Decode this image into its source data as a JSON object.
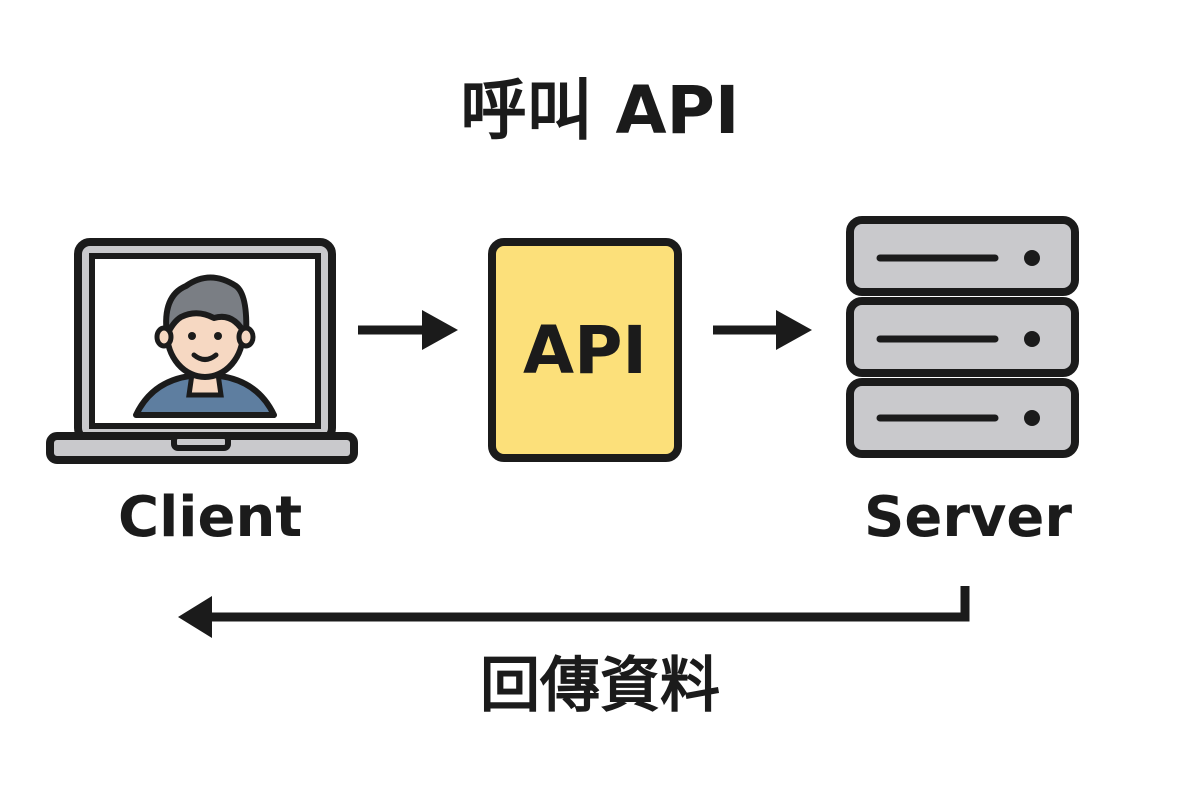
{
  "page": {
    "background": "#FFFFFF"
  },
  "title": "呼叫 API",
  "client": {
    "label": "Client",
    "icon": "laptop-user-icon"
  },
  "api": {
    "label": "API",
    "icon": "api-box",
    "color": "#FCE07A"
  },
  "server": {
    "label": "Server",
    "icon": "server-rack-icon"
  },
  "return_flow": {
    "label": "回傳資料"
  },
  "colors": {
    "stroke": "#1B1B1B",
    "screen": "#FFFFFF",
    "body_gray": "#C9C9CC",
    "shirt": "#5E7EA0",
    "hair": "#7A7E84",
    "skin": "#F6D8C2"
  },
  "arrows": [
    {
      "name": "client-to-api-arrow",
      "direction": "right"
    },
    {
      "name": "api-to-server-arrow",
      "direction": "right"
    },
    {
      "name": "server-to-client-return-arrow",
      "direction": "left"
    }
  ]
}
